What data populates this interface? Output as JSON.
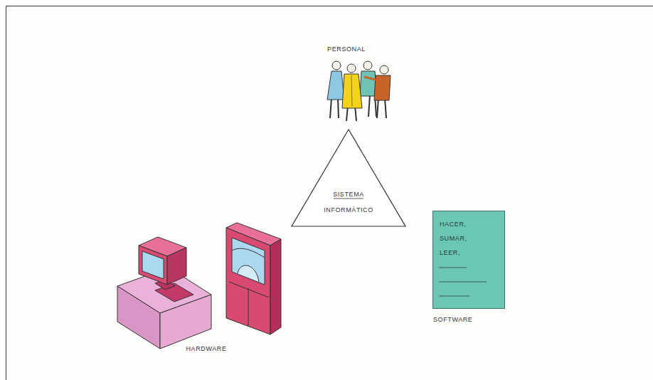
{
  "diagram": {
    "nodes": [
      {
        "text": [
          "SISTEMA INFORMÁTICO"
        ]
      },
      {
        "text": [
          "SOFTWARE",
          "HACER, SUMAR, LEER,"
        ]
      }
    ],
    "labels": [
      "PERSONAL",
      "HARDWARE"
    ]
  }
}
